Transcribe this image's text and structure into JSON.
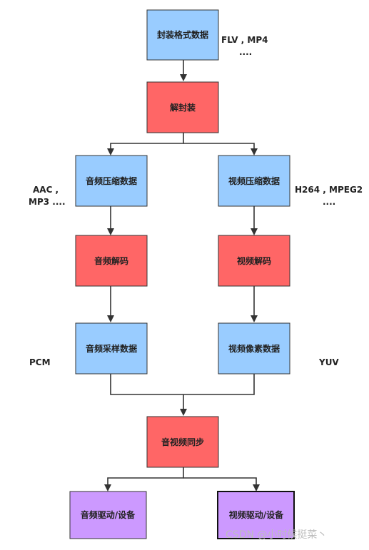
{
  "colors": {
    "blue": "#99ccff",
    "red": "#ff6666",
    "purple": "#cc99ff",
    "border": "#333333"
  },
  "nodes": {
    "container_data": "封装格式数据",
    "demux": "解封装",
    "audio_compressed": "音频压缩数据",
    "video_compressed": "视频压缩数据",
    "audio_decode": "音频解码",
    "video_decode": "视频解码",
    "audio_sample": "音频采样数据",
    "video_pixel": "视频像素数据",
    "av_sync": "音视频同步",
    "audio_device": "音频驱动/设备",
    "video_device": "视频驱动/设备"
  },
  "annotations": {
    "container_formats_line1": "FLV , MP4",
    "container_formats_line2": "....",
    "audio_codecs_line1": "AAC ,",
    "audio_codecs_line2": "MP3 ....",
    "video_codecs_line1": "H264 , MPEG2",
    "video_codecs_line2": "....",
    "audio_raw": "PCM",
    "video_raw": "YUV"
  },
  "watermark": "CSDN @小时候挺菜丶"
}
